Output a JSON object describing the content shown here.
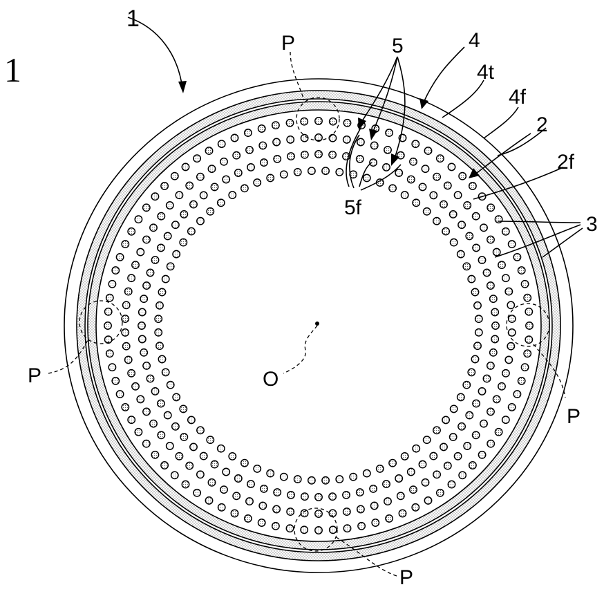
{
  "figure": {
    "figure_label": "1",
    "labels": {
      "assembly": "1",
      "cladding": "4",
      "cladding_t": "4t",
      "cladding_f": "4f",
      "core_region": "2",
      "core_region_f": "2f",
      "cores_3": "3",
      "cores_5": "5",
      "cores_5f": "5f",
      "center": "O",
      "point_top": "P",
      "point_left": "P",
      "point_right": "P",
      "point_bottom": "P"
    },
    "colors": {
      "line": "#000000",
      "stipple": "#9a9a9a",
      "background": "#ffffff"
    }
  }
}
